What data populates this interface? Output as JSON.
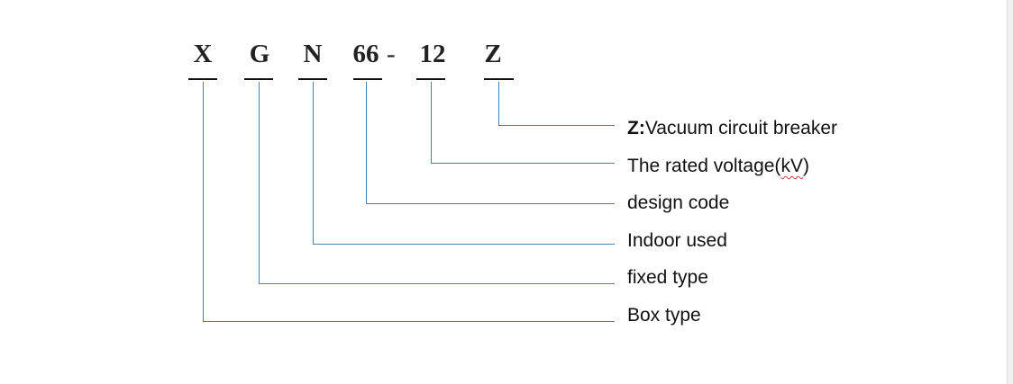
{
  "model_code": {
    "letters": [
      "X",
      "G",
      "N",
      "66",
      "12",
      "Z"
    ],
    "separator": "-"
  },
  "legend": {
    "z_prefix": "Z:",
    "z_text": "Vacuum circuit breaker",
    "voltage_prefix": "The rated voltage(",
    "voltage_unit": "kV",
    "voltage_suffix": ")",
    "design_code": "design code",
    "indoor_used": "Indoor used",
    "fixed_type": "fixed type",
    "box_type": "Box type"
  },
  "colors": {
    "leader_line": "#4a7fb0",
    "text": "#111111"
  }
}
